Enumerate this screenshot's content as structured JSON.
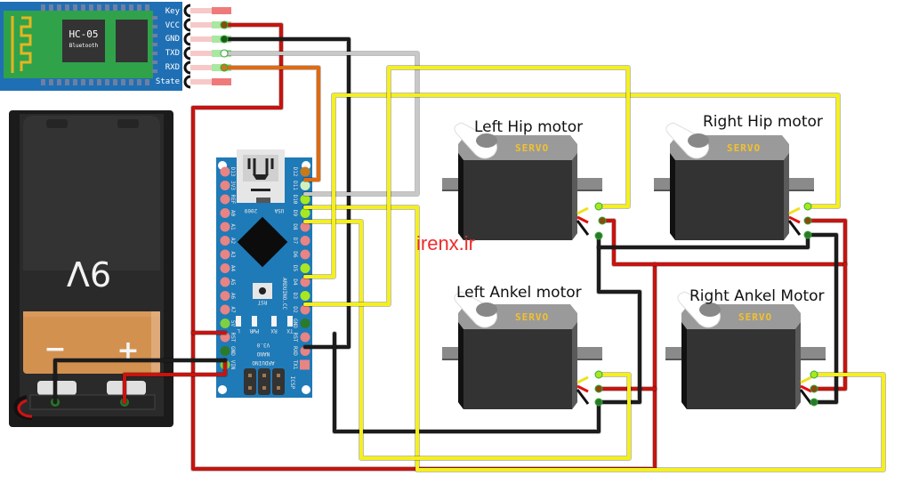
{
  "diagram": {
    "watermark": "irenx.ir",
    "colors": {
      "wire_red": "#c8130f",
      "wire_black": "#1c1c1c",
      "wire_yellow": "#f5f01a",
      "wire_white": "#c8c8c8",
      "wire_orange": "#e06a10",
      "board_blue": "#1f7ab8",
      "bt_green": "#2fa24a",
      "servo_body": "#333333",
      "servo_top": "#9a9a9a",
      "servo_label": "#f2c12e",
      "battery_orange": "#d39150"
    },
    "bluetooth": {
      "title": "HC-05",
      "subtitle": "Bluetooth",
      "pins": [
        "Key",
        "VCC",
        "GND",
        "TXD",
        "RXD",
        "State"
      ]
    },
    "battery": {
      "label": "9V",
      "minus": "−",
      "plus": "+"
    },
    "arduino": {
      "name_line1": "ARDUINO",
      "name_line2": "NANO",
      "version": "V3.0",
      "site": "ARDUINO.CC",
      "year": "2009",
      "usa": "USA",
      "rst_label": "RST",
      "icsp": "ICSP",
      "leds": [
        "L",
        "PWR",
        "RX",
        "TX"
      ],
      "left_pins": [
        "D13",
        "3V3",
        "REF",
        "A0",
        "A1",
        "A2",
        "A3",
        "A4",
        "A5",
        "A6",
        "A7",
        "5V",
        "RST",
        "GND",
        "VIN"
      ],
      "right_pins": [
        "D12",
        "D11",
        "D10",
        "D9",
        "D8",
        "D7",
        "D6",
        "D5",
        "D4",
        "D3",
        "D2",
        "GND",
        "RST",
        "RXD",
        "TX1"
      ]
    },
    "servos": [
      {
        "id": "left-hip",
        "title": "Left Hip motor",
        "badge": "SERVO"
      },
      {
        "id": "right-hip",
        "title": "Right Hip motor",
        "badge": "SERVO"
      },
      {
        "id": "left-ankle",
        "title": "Left Ankel motor",
        "badge": "SERVO"
      },
      {
        "id": "right-ankle",
        "title": "Right Ankel Motor",
        "badge": "SERVO"
      }
    ]
  }
}
